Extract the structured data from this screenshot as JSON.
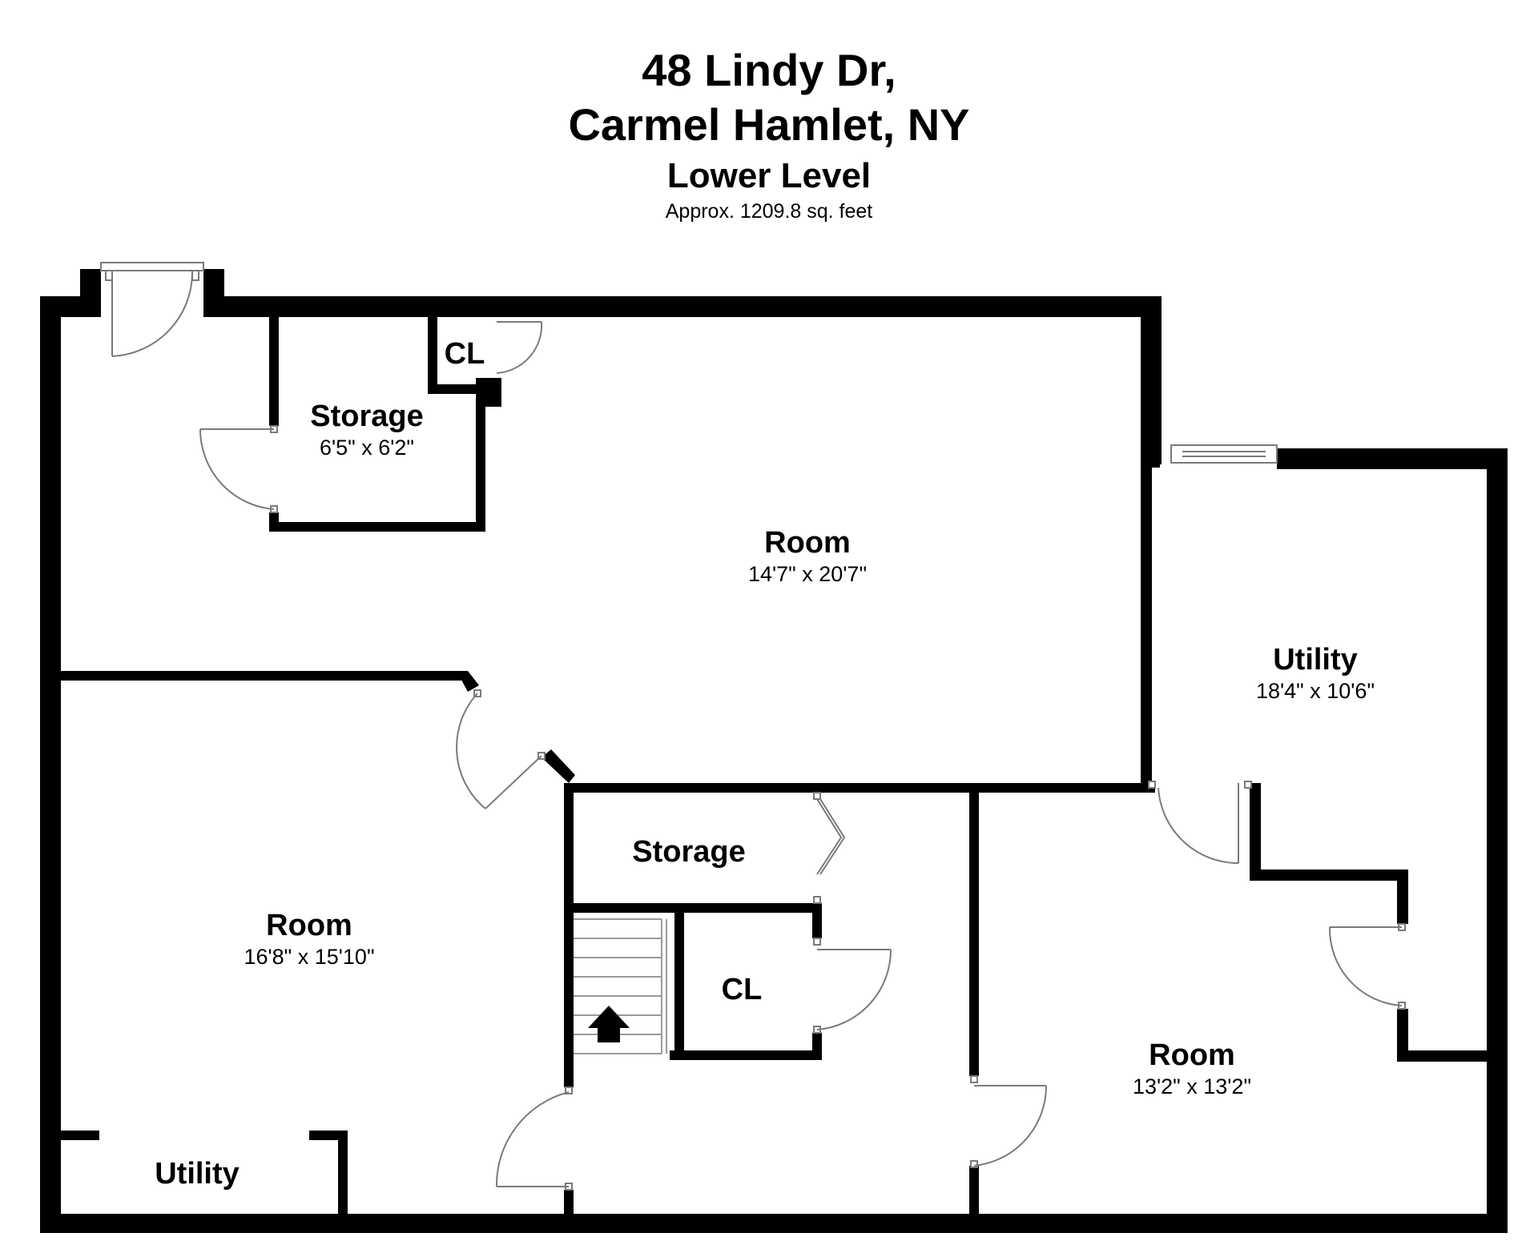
{
  "header": {
    "address": "48 Lindy Dr,",
    "city": "Carmel Hamlet, NY",
    "level": "Lower Level",
    "area": "Approx. 1209.8 sq. feet"
  },
  "rooms": {
    "storage_top": {
      "name": "Storage",
      "dims": "6'5\" x 6'2\""
    },
    "closet_top": {
      "name": "CL"
    },
    "room_main": {
      "name": "Room",
      "dims": "14'7\" x 20'7\""
    },
    "utility_right": {
      "name": "Utility",
      "dims": "18'4\" x 10'6\""
    },
    "room_left": {
      "name": "Room",
      "dims": "16'8\" x 15'10\""
    },
    "storage_mid": {
      "name": "Storage"
    },
    "closet_mid": {
      "name": "CL"
    },
    "room_right": {
      "name": "Room",
      "dims": "13'2\" x 13'2\""
    },
    "utility_bottom": {
      "name": "Utility"
    }
  },
  "colors": {
    "wall": "#000000",
    "fixture": "#7a7a7a",
    "background": "#ffffff"
  },
  "icons": {
    "stairs_direction": "up-arrow-icon"
  }
}
